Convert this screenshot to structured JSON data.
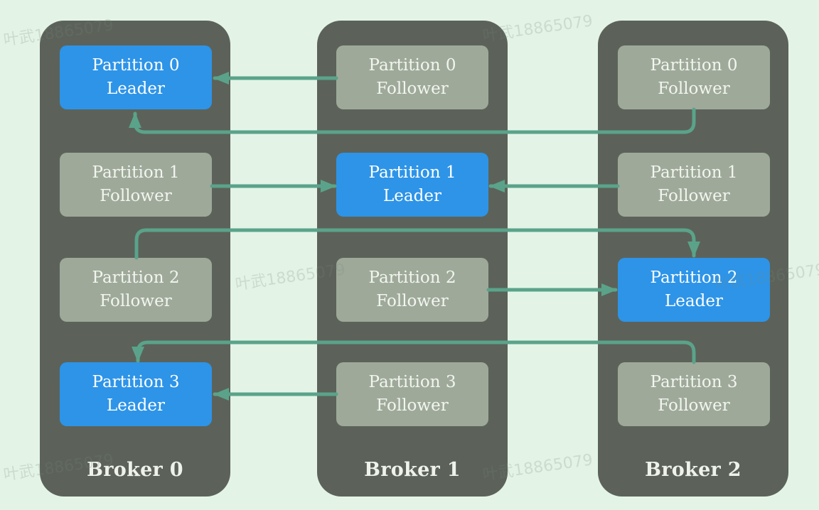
{
  "brokers": [
    {
      "label": "Broker 0",
      "partitions": [
        {
          "line1": "Partition 0",
          "line2": "Leader",
          "role": "leader"
        },
        {
          "line1": "Partition 1",
          "line2": "Follower",
          "role": "follower"
        },
        {
          "line1": "Partition 2",
          "line2": "Follower",
          "role": "follower"
        },
        {
          "line1": "Partition 3",
          "line2": "Leader",
          "role": "leader"
        }
      ]
    },
    {
      "label": "Broker 1",
      "partitions": [
        {
          "line1": "Partition 0",
          "line2": "Follower",
          "role": "follower"
        },
        {
          "line1": "Partition 1",
          "line2": "Leader",
          "role": "leader"
        },
        {
          "line1": "Partition 2",
          "line2": "Follower",
          "role": "follower"
        },
        {
          "line1": "Partition 3",
          "line2": "Follower",
          "role": "follower"
        }
      ]
    },
    {
      "label": "Broker 2",
      "partitions": [
        {
          "line1": "Partition 0",
          "line2": "Follower",
          "role": "follower"
        },
        {
          "line1": "Partition 1",
          "line2": "Follower",
          "role": "follower"
        },
        {
          "line1": "Partition 2",
          "line2": "Leader",
          "role": "leader"
        },
        {
          "line1": "Partition 3",
          "line2": "Follower",
          "role": "follower"
        }
      ]
    }
  ],
  "watermark": "叶武18865079",
  "colors": {
    "background": "#e3f4e7",
    "broker": "#5c6259",
    "leader": "#2d94e8",
    "follower": "#9ea99a",
    "arrow": "#5aa38a",
    "label": "#eef2ea"
  }
}
